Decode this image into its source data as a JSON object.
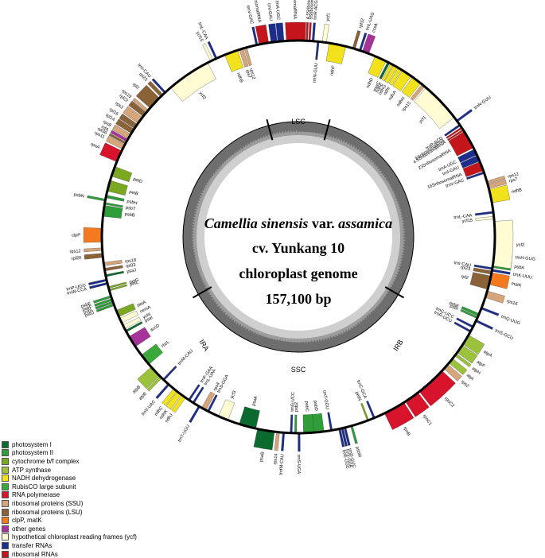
{
  "center": {
    "line1": "Camellia sinensis",
    "line1_suffix": " var. ",
    "line1_end": "assamica",
    "line2": "cv. Yunkang 10",
    "line3": "chloroplast genome",
    "line4": "157,100 bp"
  },
  "regions": {
    "lsc": "LSC",
    "ira": "IRA",
    "irb": "IRB",
    "ssc": "SSC"
  },
  "colors": {
    "photosystem_i": "#0b6b2f",
    "photosystem_ii": "#2e9d3a",
    "cytochrome": "#7aa820",
    "atp": "#9cc23c",
    "ndh": "#f2e21c",
    "rubisco": "#3aa83a",
    "rna_pol": "#d7142b",
    "ssu": "#d6a57a",
    "lsu": "#8a6238",
    "clp": "#f47a1f",
    "other": "#a6339a",
    "ycf": "#fffbd3",
    "trna": "#1c2d8c",
    "rrna": "#c4151c"
  },
  "legend": [
    {
      "label": "photosystem I",
      "color": "#0b6b2f"
    },
    {
      "label": "photosystem II",
      "color": "#2e9d3a"
    },
    {
      "label": "cytochrome b/f complex",
      "color": "#7aa820"
    },
    {
      "label": "ATP synthase",
      "color": "#9cc23c"
    },
    {
      "label": "NADH dehydrogenase",
      "color": "#f2e21c"
    },
    {
      "label": "RubisCO large subunit",
      "color": "#3aa83a"
    },
    {
      "label": "RNA polymerase",
      "color": "#d7142b"
    },
    {
      "label": "ribosomal proteins (SSU)",
      "color": "#d6a57a"
    },
    {
      "label": "ribosomal proteins (LSU)",
      "color": "#8a6238"
    },
    {
      "label": "clpP, matK",
      "color": "#f47a1f"
    },
    {
      "label": "other genes",
      "color": "#a6339a"
    },
    {
      "label": "hypothetical chloroplast reading frames (ycf)",
      "color": "#fffbd3"
    },
    {
      "label": "transfer RNAs",
      "color": "#1c2d8c"
    },
    {
      "label": "ribosomal RNAs",
      "color": "#c4151c"
    }
  ],
  "genes": [
    {
      "name": "trnH-GUG",
      "angle": 0,
      "width": 0.6,
      "strand": "out",
      "color": "#1c2d8c"
    },
    {
      "name": "psbA",
      "angle": 1.5,
      "width": 2.5,
      "strand": "out",
      "color": "#2e9d3a"
    },
    {
      "name": "trnK-UUU",
      "angle": 4.5,
      "width": 0.6,
      "strand": "out",
      "color": "#1c2d8c"
    },
    {
      "name": "matK",
      "angle": 5.5,
      "width": 3.5,
      "strand": "out",
      "color": "#f47a1f"
    },
    {
      "name": "rps16",
      "angle": 11,
      "width": 2,
      "strand": "out",
      "color": "#d6a57a"
    },
    {
      "name": "trnQ-UUG",
      "angle": 16,
      "width": 0.6,
      "strand": "out",
      "color": "#1c2d8c"
    },
    {
      "name": "psbK",
      "angle": 18,
      "width": 0.8,
      "strand": "in",
      "color": "#2e9d3a"
    },
    {
      "name": "psbI",
      "angle": 19,
      "width": 0.6,
      "strand": "in",
      "color": "#2e9d3a"
    },
    {
      "name": "trnS-GCU",
      "angle": 20,
      "width": 0.6,
      "strand": "out",
      "color": "#1c2d8c"
    },
    {
      "name": "trnG-UCC",
      "angle": 22,
      "width": 0.6,
      "strand": "in",
      "color": "#1c2d8c"
    },
    {
      "name": "trnR-UCU",
      "angle": 23.5,
      "width": 0.6,
      "strand": "in",
      "color": "#1c2d8c"
    },
    {
      "name": "atpA",
      "angle": 25,
      "width": 3.2,
      "strand": "out",
      "color": "#9cc23c"
    },
    {
      "name": "atpF",
      "angle": 28.5,
      "width": 2.6,
      "strand": "out",
      "color": "#9cc23c"
    },
    {
      "name": "atpH",
      "angle": 31.5,
      "width": 0.8,
      "strand": "out",
      "color": "#9cc23c"
    },
    {
      "name": "atpI",
      "angle": 33.3,
      "width": 1.7,
      "strand": "out",
      "color": "#9cc23c"
    },
    {
      "name": "rps2",
      "angle": 35.5,
      "width": 1.7,
      "strand": "out",
      "color": "#d6a57a"
    },
    {
      "name": "rpoC2",
      "angle": 38,
      "width": 9,
      "strand": "out",
      "color": "#d7142b"
    },
    {
      "name": "rpoC1",
      "angle": 47.5,
      "width": 4.5,
      "strand": "out",
      "color": "#d7142b"
    },
    {
      "name": "rpoB",
      "angle": 52.5,
      "width": 6.5,
      "strand": "out",
      "color": "#d7142b"
    },
    {
      "name": "trnC-GCA",
      "angle": 62,
      "width": 0.6,
      "strand": "in",
      "color": "#1c2d8c"
    },
    {
      "name": "petN",
      "angle": 64,
      "width": 0.5,
      "strand": "in",
      "color": "#7aa820"
    },
    {
      "name": "psbM",
      "angle": 69,
      "width": 0.6,
      "strand": "out",
      "color": "#2e9d3a"
    },
    {
      "name": "trnD-GUC",
      "angle": 71,
      "width": 0.6,
      "strand": "out",
      "color": "#1c2d8c"
    },
    {
      "name": "trnY-GUA",
      "angle": 71.8,
      "width": 0.6,
      "strand": "out",
      "color": "#1c2d8c"
    },
    {
      "name": "trnE-UUC",
      "angle": 72.6,
      "width": 0.6,
      "strand": "out",
      "color": "#1c2d8c"
    },
    {
      "name": "trnT-GGU",
      "angle": 75,
      "width": 0.6,
      "strand": "in",
      "color": "#1c2d8c"
    },
    {
      "name": "psbD",
      "angle": 77.5,
      "width": 3,
      "strand": "in",
      "color": "#2e9d3a"
    },
    {
      "name": "psbC",
      "angle": 80.5,
      "width": 3,
      "strand": "in",
      "color": "#2e9d3a"
    },
    {
      "name": "trnS-UGA",
      "angle": 84.5,
      "width": 0.6,
      "strand": "out",
      "color": "#1c2d8c"
    },
    {
      "name": "psbZ",
      "angle": 85.5,
      "width": 0.6,
      "strand": "in",
      "color": "#2e9d3a"
    },
    {
      "name": "trnG-UCC",
      "angle": 86.8,
      "width": 0.6,
      "strand": "in",
      "color": "#1c2d8c"
    },
    {
      "name": "trnfM-CAU",
      "angle": 89,
      "width": 0.6,
      "strand": "out",
      "color": "#1c2d8c"
    },
    {
      "name": "rps14",
      "angle": 90.5,
      "width": 0.9,
      "strand": "out",
      "color": "#d6a57a"
    },
    {
      "name": "psaB",
      "angle": 92,
      "width": 5,
      "strand": "out",
      "color": "#0b6b2f"
    },
    {
      "name": "psaA",
      "angle": 97.5,
      "width": 5,
      "strand": "in",
      "color": "#0b6b2f"
    },
    {
      "name": "ycf3",
      "angle": 106,
      "width": 3,
      "strand": "in",
      "color": "#fffbd3"
    },
    {
      "name": "trnS-GGA",
      "angle": 112,
      "width": 0.6,
      "strand": "in",
      "color": "#1c2d8c"
    },
    {
      "name": "rps4",
      "angle": 113,
      "width": 1.5,
      "strand": "in",
      "color": "#d6a57a"
    },
    {
      "name": "trnT-UGU",
      "angle": 115,
      "width": 0.6,
      "strand": "out",
      "color": "#1c2d8c"
    },
    {
      "name": "trnL-UAA",
      "angle": 117,
      "width": 0.6,
      "strand": "in",
      "color": "#1c2d8c"
    },
    {
      "name": "trnF-GAA",
      "angle": 118.5,
      "width": 0.6,
      "strand": "in",
      "color": "#1c2d8c"
    },
    {
      "name": "ndhJ",
      "angle": 120,
      "width": 1.2,
      "strand": "out",
      "color": "#f2e21c"
    },
    {
      "name": "ndhK",
      "angle": 121.5,
      "width": 1.5,
      "strand": "out",
      "color": "#f2e21c"
    },
    {
      "name": "ndhC",
      "angle": 123.2,
      "width": 1.2,
      "strand": "out",
      "color": "#f2e21c"
    },
    {
      "name": "trnV-UAC",
      "angle": 126,
      "width": 0.6,
      "strand": "out",
      "color": "#1c2d8c"
    },
    {
      "name": "trnM-CAU",
      "angle": 128,
      "width": 0.6,
      "strand": "in",
      "color": "#1c2d8c"
    },
    {
      "name": "atpE",
      "angle": 129,
      "width": 0.8,
      "strand": "out",
      "color": "#9cc23c"
    },
    {
      "name": "atpB",
      "angle": 130,
      "width": 3.5,
      "strand": "out",
      "color": "#9cc23c"
    },
    {
      "name": "rbcL",
      "angle": 134.5,
      "width": 3.5,
      "strand": "in",
      "color": "#3aa83a"
    },
    {
      "name": "accD",
      "angle": 141,
      "width": 3.5,
      "strand": "in",
      "color": "#a6339a"
    },
    {
      "name": "psaI",
      "angle": 146,
      "width": 0.6,
      "strand": "in",
      "color": "#0b6b2f"
    },
    {
      "name": "ycf4",
      "angle": 147,
      "width": 1.2,
      "strand": "in",
      "color": "#fffbd3"
    },
    {
      "name": "cemA",
      "angle": 149,
      "width": 1.5,
      "strand": "in",
      "color": "#fffbd3"
    },
    {
      "name": "petA",
      "angle": 151,
      "width": 2,
      "strand": "in",
      "color": "#7aa820"
    },
    {
      "name": "psbJ",
      "angle": 154.5,
      "width": 0.6,
      "strand": "out",
      "color": "#2e9d3a"
    },
    {
      "name": "psbL",
      "angle": 155.3,
      "width": 0.6,
      "strand": "out",
      "color": "#2e9d3a"
    },
    {
      "name": "psbF",
      "angle": 156.1,
      "width": 0.6,
      "strand": "out",
      "color": "#2e9d3a"
    },
    {
      "name": "psbE",
      "angle": 157,
      "width": 0.6,
      "strand": "out",
      "color": "#2e9d3a"
    },
    {
      "name": "petL",
      "angle": 159,
      "width": 0.5,
      "strand": "in",
      "color": "#7aa820"
    },
    {
      "name": "petG",
      "angle": 159.8,
      "width": 0.5,
      "strand": "in",
      "color": "#7aa820"
    },
    {
      "name": "trnW-CCA",
      "angle": 161,
      "width": 0.6,
      "strand": "out",
      "color": "#1c2d8c"
    },
    {
      "name": "trnP-UGG",
      "angle": 162,
      "width": 0.6,
      "strand": "out",
      "color": "#1c2d8c"
    },
    {
      "name": "psaJ",
      "angle": 163.3,
      "width": 0.6,
      "strand": "in",
      "color": "#0b6b2f"
    },
    {
      "name": "rpl33",
      "angle": 165,
      "width": 0.8,
      "strand": "in",
      "color": "#8a6238"
    },
    {
      "name": "rps18",
      "angle": 166.5,
      "width": 1,
      "strand": "in",
      "color": "#d6a57a"
    },
    {
      "name": "rpl20",
      "angle": 169,
      "width": 1.2,
      "strand": "out",
      "color": "#8a6238"
    },
    {
      "name": "rps12",
      "angle": 171,
      "width": 0.8,
      "strand": "out",
      "color": "#d6a57a"
    },
    {
      "name": "clpP",
      "angle": 173.5,
      "width": 4,
      "strand": "out",
      "color": "#f47a1f"
    },
    {
      "name": "psbB",
      "angle": 181,
      "width": 3.2,
      "strand": "in",
      "color": "#2e9d3a"
    },
    {
      "name": "psbT",
      "angle": 184.5,
      "width": 0.6,
      "strand": "in",
      "color": "#2e9d3a"
    },
    {
      "name": "psbN",
      "angle": 185.5,
      "width": 0.6,
      "strand": "out",
      "color": "#2e9d3a"
    },
    {
      "name": "psbH",
      "angle": 186.5,
      "width": 0.8,
      "strand": "in",
      "color": "#2e9d3a"
    },
    {
      "name": "petB",
      "angle": 188.5,
      "width": 3.2,
      "strand": "in",
      "color": "#7aa820"
    },
    {
      "name": "petD",
      "angle": 193,
      "width": 3,
      "strand": "in",
      "color": "#7aa820"
    },
    {
      "name": "rpoA",
      "angle": 197.5,
      "width": 3.5,
      "strand": "out",
      "color": "#d7142b"
    },
    {
      "name": "rps11",
      "angle": 201.5,
      "width": 1.5,
      "strand": "out",
      "color": "#d6a57a"
    },
    {
      "name": "rpl36",
      "angle": 203.2,
      "width": 0.6,
      "strand": "out",
      "color": "#8a6238"
    },
    {
      "name": "infA",
      "angle": 204,
      "width": 0.8,
      "strand": "out",
      "color": "#a6339a"
    },
    {
      "name": "rps8",
      "angle": 205,
      "width": 1.5,
      "strand": "out",
      "color": "#d6a57a"
    },
    {
      "name": "rpl14",
      "angle": 206.8,
      "width": 1.5,
      "strand": "out",
      "color": "#8a6238"
    },
    {
      "name": "rpl16",
      "angle": 208.5,
      "width": 1.5,
      "strand": "out",
      "color": "#8a6238"
    },
    {
      "name": "rps3",
      "angle": 210.3,
      "width": 2.2,
      "strand": "out",
      "color": "#d6a57a"
    },
    {
      "name": "rpl22",
      "angle": 212.8,
      "width": 1.5,
      "strand": "out",
      "color": "#8a6238"
    },
    {
      "name": "rps19",
      "angle": 214.5,
      "width": 0.8,
      "strand": "out",
      "color": "#d6a57a"
    },
    {
      "name": "rpl2",
      "angle": 216,
      "width": 4,
      "strand": "out",
      "color": "#8a6238"
    },
    {
      "name": "rpl23",
      "angle": 220.5,
      "width": 1,
      "strand": "out",
      "color": "#8a6238"
    },
    {
      "name": "trnI-CAU",
      "angle": 222,
      "width": 0.6,
      "strand": "out",
      "color": "#1c2d8c"
    },
    {
      "name": "ycf2",
      "angle": 224.5,
      "width": 13,
      "strand": "in",
      "color": "#fffbd3"
    },
    {
      "name": "trnL-CAA",
      "angle": 240,
      "width": 0.6,
      "strand": "out",
      "color": "#1c2d8c"
    },
    {
      "name": "ycf15",
      "angle": 238.5,
      "width": 0.8,
      "strand": "out",
      "color": "#fffbd3"
    },
    {
      "name": "ndhB",
      "angle": 243,
      "width": 4,
      "strand": "in",
      "color": "#f2e21c"
    },
    {
      "name": "rps7",
      "angle": 247.5,
      "width": 1.2,
      "strand": "in",
      "color": "#d6a57a"
    },
    {
      "name": "rps12",
      "angle": 249,
      "width": 0.8,
      "strand": "in",
      "color": "#d6a57a"
    },
    {
      "name": "trnV-GAC",
      "angle": 252.5,
      "width": 0.6,
      "strand": "out",
      "color": "#1c2d8c"
    },
    {
      "name": "16SribosomalRNA",
      "angle": 253.5,
      "width": 2.8,
      "strand": "out",
      "color": "#c4151c"
    },
    {
      "name": "trnI-GAU",
      "angle": 257,
      "width": 1.8,
      "strand": "out",
      "color": "#1c2d8c"
    },
    {
      "name": "trnA-UGC",
      "angle": 259,
      "width": 1.8,
      "strand": "out",
      "color": "#1c2d8c"
    },
    {
      "name": "23SribosomalRNA",
      "angle": 261.5,
      "width": 5.5,
      "strand": "out",
      "color": "#c4151c"
    },
    {
      "name": "4.5SribosomalRNA",
      "angle": 267.2,
      "width": 0.5,
      "strand": "out",
      "color": "#c4151c"
    },
    {
      "name": "5SribosomalRNA",
      "angle": 268,
      "width": 0.5,
      "strand": "out",
      "color": "#c4151c"
    },
    {
      "name": "trnR-ACG",
      "angle": 269,
      "width": 0.6,
      "strand": "out",
      "color": "#1c2d8c"
    },
    {
      "name": "trnN-GUU",
      "angle": 270.5,
      "width": 0.6,
      "strand": "in",
      "color": "#1c2d8c"
    },
    {
      "name": "ycf1",
      "angle": 272,
      "width": 1.2,
      "strand": "out",
      "color": "#fffbd3"
    },
    {
      "name": "ndhF",
      "angle": 274,
      "width": 5,
      "strand": "in",
      "color": "#f2e21c"
    },
    {
      "name": "rpl32",
      "angle": 281,
      "width": 0.8,
      "strand": "out",
      "color": "#8a6238"
    },
    {
      "name": "trnL-UAG",
      "angle": 283,
      "width": 0.6,
      "strand": "out",
      "color": "#1c2d8c"
    },
    {
      "name": "ccsA",
      "angle": 284,
      "width": 2,
      "strand": "out",
      "color": "#a6339a"
    },
    {
      "name": "ndhD",
      "angle": 288,
      "width": 3.5,
      "strand": "in",
      "color": "#f2e21c"
    },
    {
      "name": "psaC",
      "angle": 292,
      "width": 0.7,
      "strand": "in",
      "color": "#0b6b2f"
    },
    {
      "name": "ndhE",
      "angle": 293,
      "width": 0.8,
      "strand": "in",
      "color": "#f2e21c"
    },
    {
      "name": "ndhG",
      "angle": 294,
      "width": 1.2,
      "strand": "in",
      "color": "#f2e21c"
    },
    {
      "name": "ndhI",
      "angle": 295.5,
      "width": 1.2,
      "strand": "in",
      "color": "#f2e21c"
    },
    {
      "name": "ndhA",
      "angle": 297,
      "width": 3,
      "strand": "in",
      "color": "#f2e21c"
    },
    {
      "name": "ndhH",
      "angle": 300.5,
      "width": 3,
      "strand": "in",
      "color": "#f2e21c"
    },
    {
      "name": "rps15",
      "angle": 304,
      "width": 1,
      "strand": "in",
      "color": "#d6a57a"
    },
    {
      "name": "ycf1",
      "angle": 305.5,
      "width": 12,
      "strand": "in",
      "color": "#fffbd3"
    },
    {
      "name": "trnN-GUU",
      "angle": 318.5,
      "width": 0.6,
      "strand": "out",
      "color": "#1c2d8c"
    },
    {
      "name": "trnR-ACG",
      "angle": 320,
      "width": 0.6,
      "strand": "in",
      "color": "#1c2d8c"
    },
    {
      "name": "5SribosomalRNA",
      "angle": 321,
      "width": 0.5,
      "strand": "in",
      "color": "#c4151c"
    },
    {
      "name": "4.5SribosomalRNA",
      "angle": 321.8,
      "width": 0.5,
      "strand": "in",
      "color": "#c4151c"
    },
    {
      "name": "23SribosomalRNA",
      "angle": 322.5,
      "width": 5.5,
      "strand": "in",
      "color": "#c4151c"
    },
    {
      "name": "trnA-UGC",
      "angle": 328.5,
      "width": 1.8,
      "strand": "in",
      "color": "#1c2d8c"
    },
    {
      "name": "trnI-GAU",
      "angle": 330.5,
      "width": 1.8,
      "strand": "in",
      "color": "#1c2d8c"
    },
    {
      "name": "16SribosomalRNA",
      "angle": 332.5,
      "width": 2.8,
      "strand": "in",
      "color": "#c4151c"
    },
    {
      "name": "trnV-GAC",
      "angle": 335.6,
      "width": 0.6,
      "strand": "in",
      "color": "#1c2d8c"
    },
    {
      "name": "rps12",
      "angle": 338.5,
      "width": 0.8,
      "strand": "out",
      "color": "#d6a57a"
    },
    {
      "name": "rps7",
      "angle": 339.5,
      "width": 1.2,
      "strand": "out",
      "color": "#d6a57a"
    },
    {
      "name": "ndhB",
      "angle": 341,
      "width": 4,
      "strand": "out",
      "color": "#f2e21c"
    },
    {
      "name": "trnL-CAA",
      "angle": 347.5,
      "width": 0.6,
      "strand": "in",
      "color": "#1c2d8c"
    },
    {
      "name": "ycf15",
      "angle": 349,
      "width": 0.8,
      "strand": "in",
      "color": "#fffbd3"
    },
    {
      "name": "ycf2",
      "angle": 350.5,
      "width": 13,
      "strand": "out",
      "color": "#fffbd3"
    },
    {
      "name": "trnI-CAU",
      "angle": 4,
      "width": 0.6,
      "strand": "in",
      "color": "#1c2d8c"
    },
    {
      "name": "rpl23",
      "angle": 5,
      "width": 1,
      "strand": "in",
      "color": "#8a6238"
    },
    {
      "name": "rpl2",
      "angle": 6.5,
      "width": 4,
      "strand": "in",
      "color": "#8a6238"
    }
  ]
}
